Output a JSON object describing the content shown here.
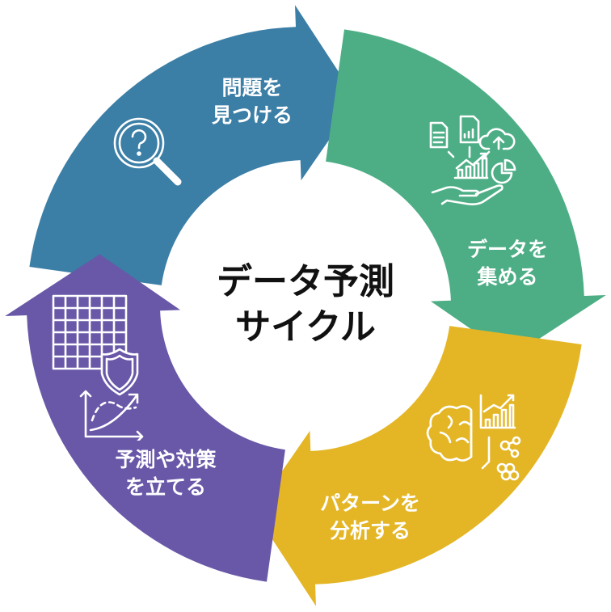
{
  "title": {
    "line1": "データ予測",
    "line2": "サイクル"
  },
  "steps": [
    {
      "line1": "問題を",
      "line2": "見つける",
      "color": "#3b7ea6",
      "icon": "magnifier-question-icon"
    },
    {
      "line1": "データを",
      "line2": "集める",
      "color": "#4dae86",
      "icon": "data-collection-icon"
    },
    {
      "line1": "パターンを",
      "line2": "分析する",
      "color": "#e4b626",
      "icon": "brain-analysis-icon"
    },
    {
      "line1": "予測や対策",
      "line2": "を立てる",
      "color": "#6957a8",
      "icon": "grid-shield-forecast-icon"
    }
  ]
}
